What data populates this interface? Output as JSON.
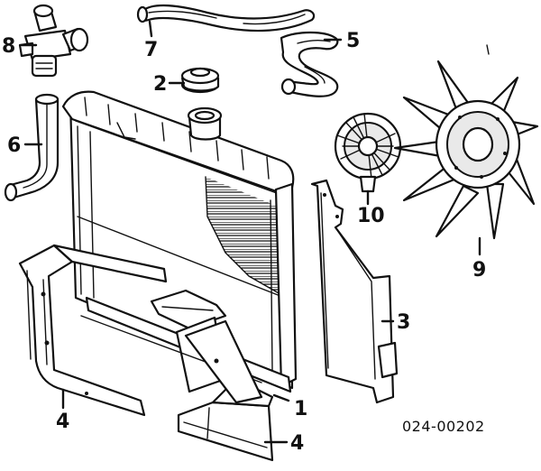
{
  "callouts": {
    "c1": "1",
    "c2": "2",
    "c3": "3",
    "c4a": "4",
    "c4b": "4",
    "c5": "5",
    "c6": "6",
    "c7": "7",
    "c8": "8",
    "c9": "9",
    "c10": "10"
  },
  "reference": "024-00202"
}
